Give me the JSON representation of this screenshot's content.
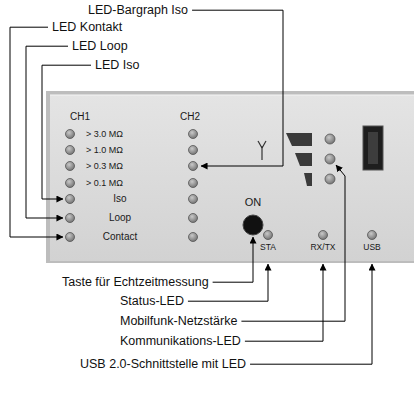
{
  "diagram": {
    "nodes": [
      {
        "text": [
          "CH1",
          "CH2",
          "> 3.0 MΩ",
          "> 1.0 MΩ",
          "> 0.3 MΩ",
          "> 0.1 MΩ",
          "Iso",
          "Loop",
          "Contact",
          "ON",
          "STA",
          "RX/TX",
          "USB"
        ]
      }
    ],
    "labels": [
      "LED-Bargraph Iso",
      "LED Kontakt",
      "LED Loop",
      "LED Iso",
      "Taste für Echtzeitmessung",
      "Status-LED",
      "Mobilfunk-Netzstärke",
      "Kommunikations-LED",
      "USB 2.0-Schnittstelle mit LED"
    ]
  }
}
